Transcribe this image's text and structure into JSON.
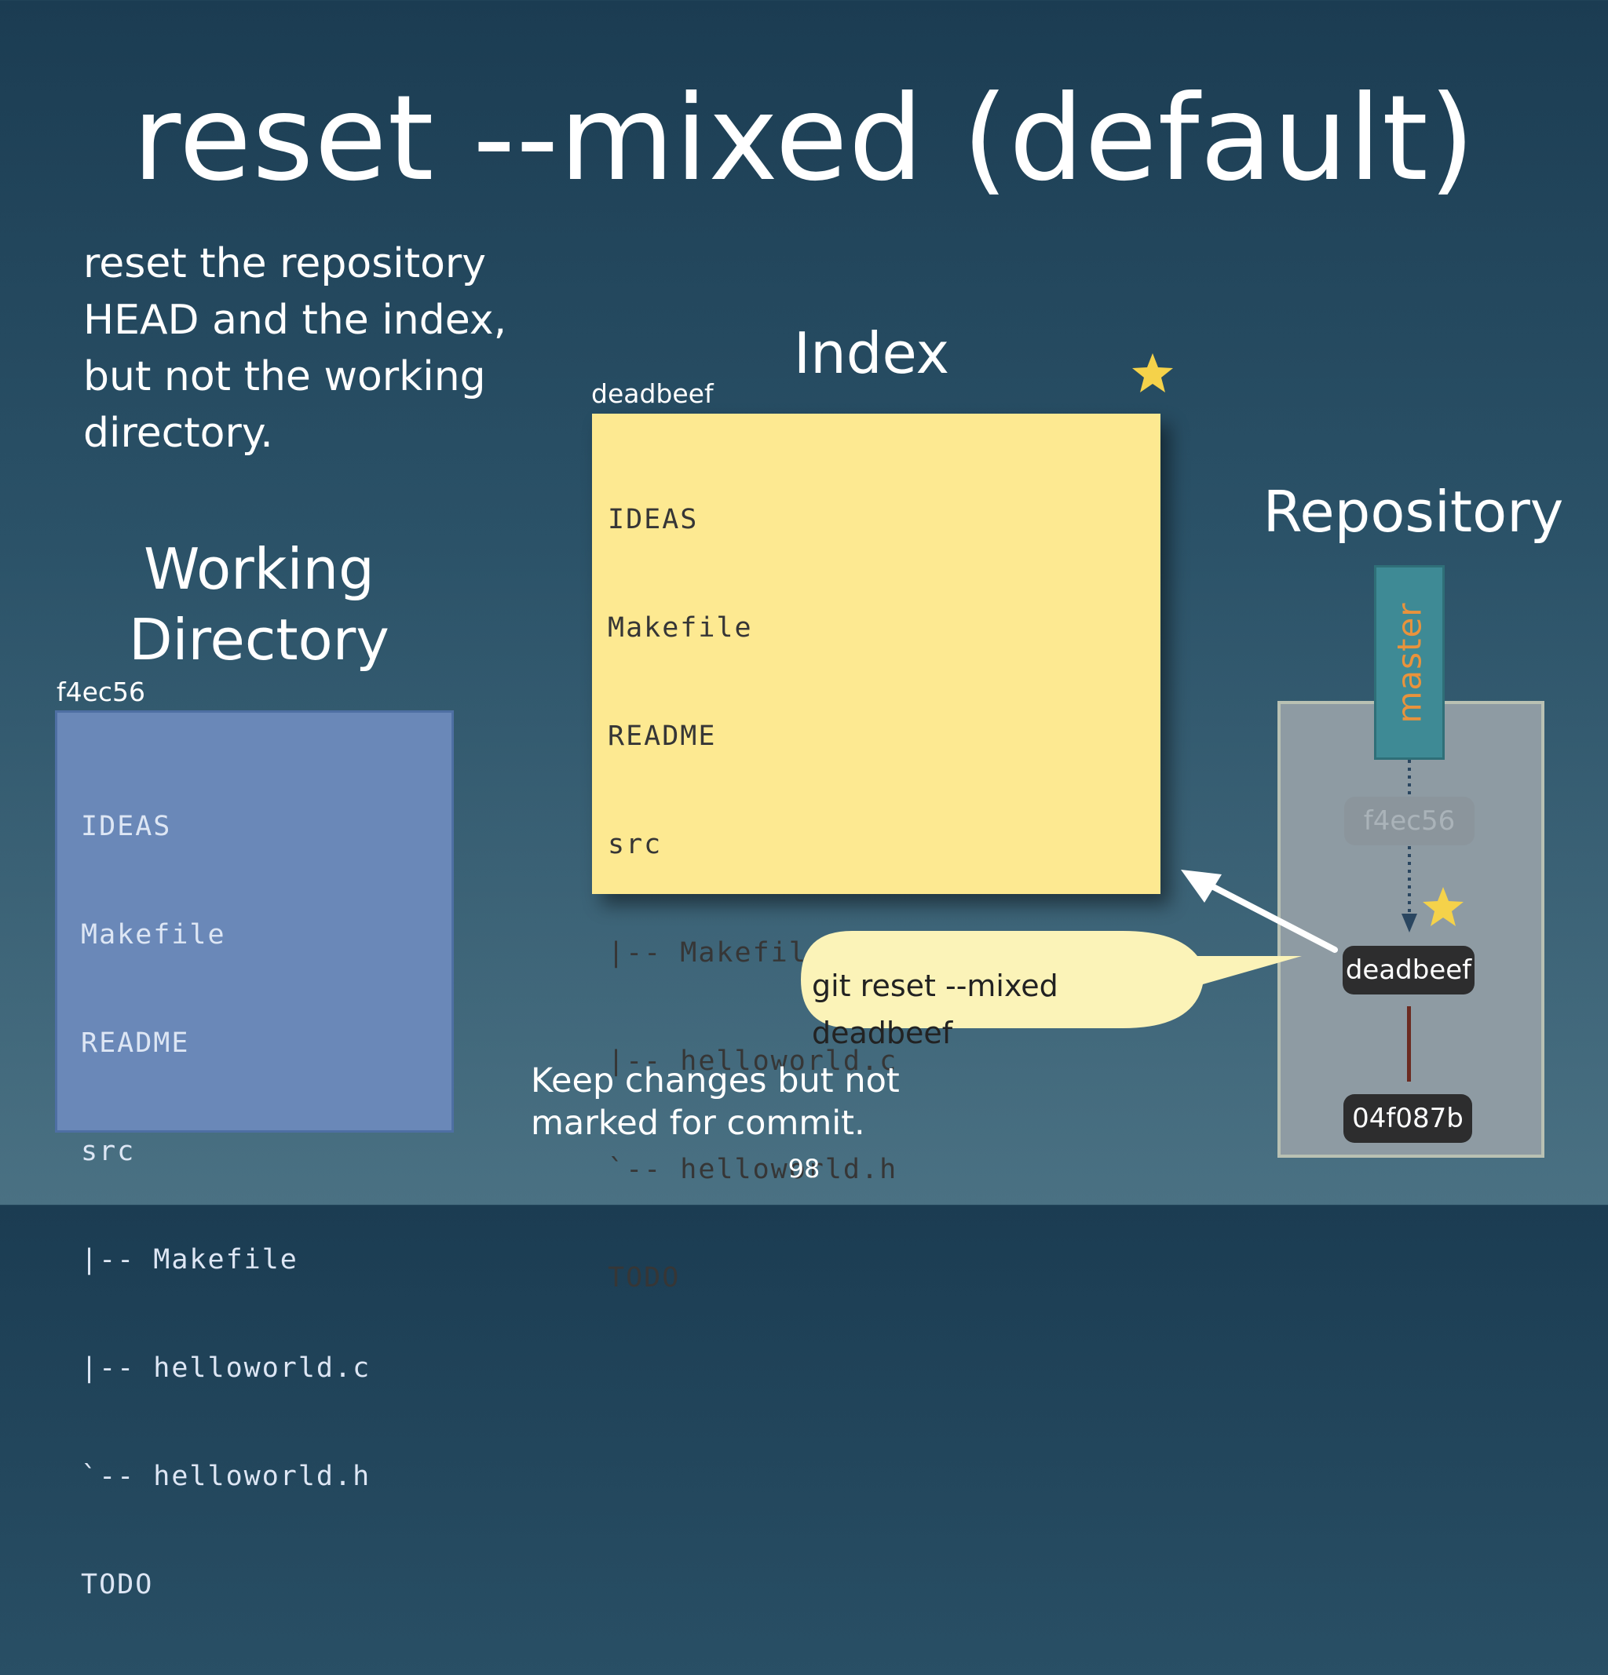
{
  "slide": {
    "title": "reset --mixed (default)",
    "description": "reset the repository HEAD and the index, but not the working directory.",
    "page_number": "98"
  },
  "working_directory": {
    "heading_line1": "Working",
    "heading_line2": "Directory",
    "hash": "f4ec56",
    "files": [
      "IDEAS",
      "Makefile",
      "README",
      "src",
      "|-- Makefile",
      "|-- helloworld.c",
      "`-- helloworld.h",
      "TODO"
    ],
    "color": "#6a88b8"
  },
  "index": {
    "heading": "Index",
    "hash": "deadbeef",
    "files": [
      "IDEAS",
      "Makefile",
      "README",
      "src",
      "|-- Makefile",
      "|-- helloworld.c",
      "`-- helloworld.h",
      "TODO"
    ],
    "color": "#fde991"
  },
  "repository": {
    "heading": "Repository",
    "branch": "master",
    "commits": [
      "f4ec56",
      "deadbeef",
      "04f087b"
    ],
    "branch_color": "#3e8a95",
    "branch_text_color": "#e9933c"
  },
  "callout": {
    "command": "git reset --mixed deadbeef"
  },
  "note": {
    "line1": "Keep changes but not",
    "line2": "marked for commit."
  },
  "icons": [
    "star-icon",
    "arrow-icon"
  ],
  "accent_star_color": "#f5d24a"
}
